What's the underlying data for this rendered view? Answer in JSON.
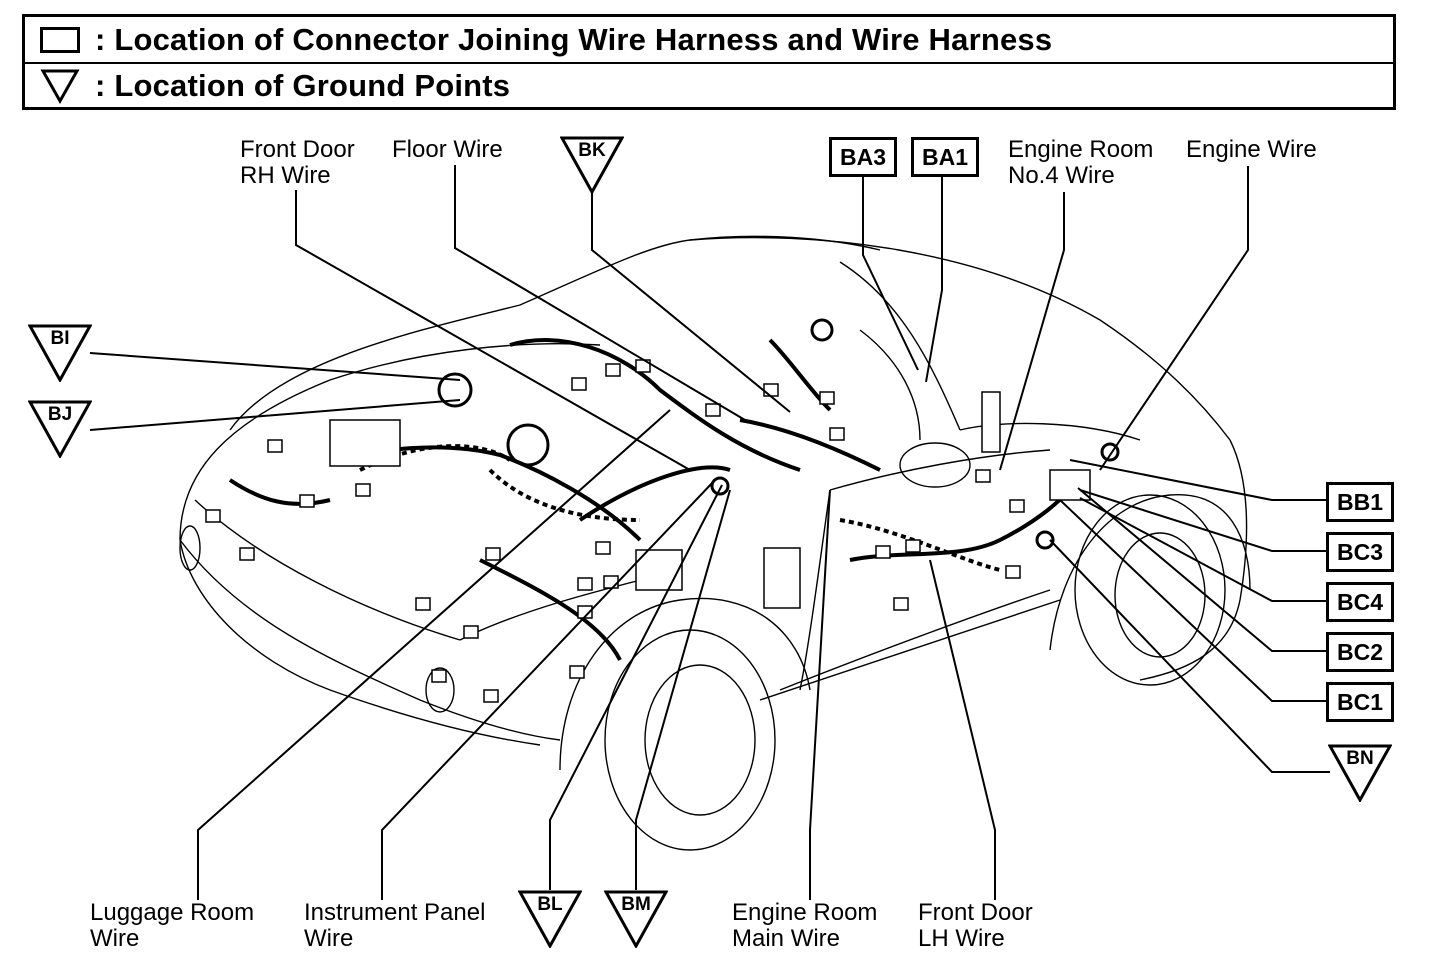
{
  "legend": {
    "connector_text": ": Location of Connector Joining Wire Harness and Wire Harness",
    "ground_text": ": Location of Ground Points"
  },
  "wire_labels": {
    "front_door_rh": [
      "Front Door",
      "RH Wire"
    ],
    "floor": [
      "Floor Wire"
    ],
    "engine_room_no4": [
      "Engine Room",
      "No.4 Wire"
    ],
    "engine": [
      "Engine Wire"
    ],
    "luggage_room": [
      "Luggage Room",
      "Wire"
    ],
    "instrument_panel": [
      "Instrument Panel",
      "Wire"
    ],
    "engine_room_main": [
      "Engine Room",
      "Main Wire"
    ],
    "front_door_lh": [
      "Front Door",
      "LH Wire"
    ]
  },
  "connectors": [
    "BA3",
    "BA1",
    "BB1",
    "BC3",
    "BC4",
    "BC2",
    "BC1"
  ],
  "ground_points": [
    "BK",
    "BI",
    "BJ",
    "BN",
    "BL",
    "BM"
  ],
  "colors": {
    "line": "#000000",
    "background": "#ffffff"
  }
}
